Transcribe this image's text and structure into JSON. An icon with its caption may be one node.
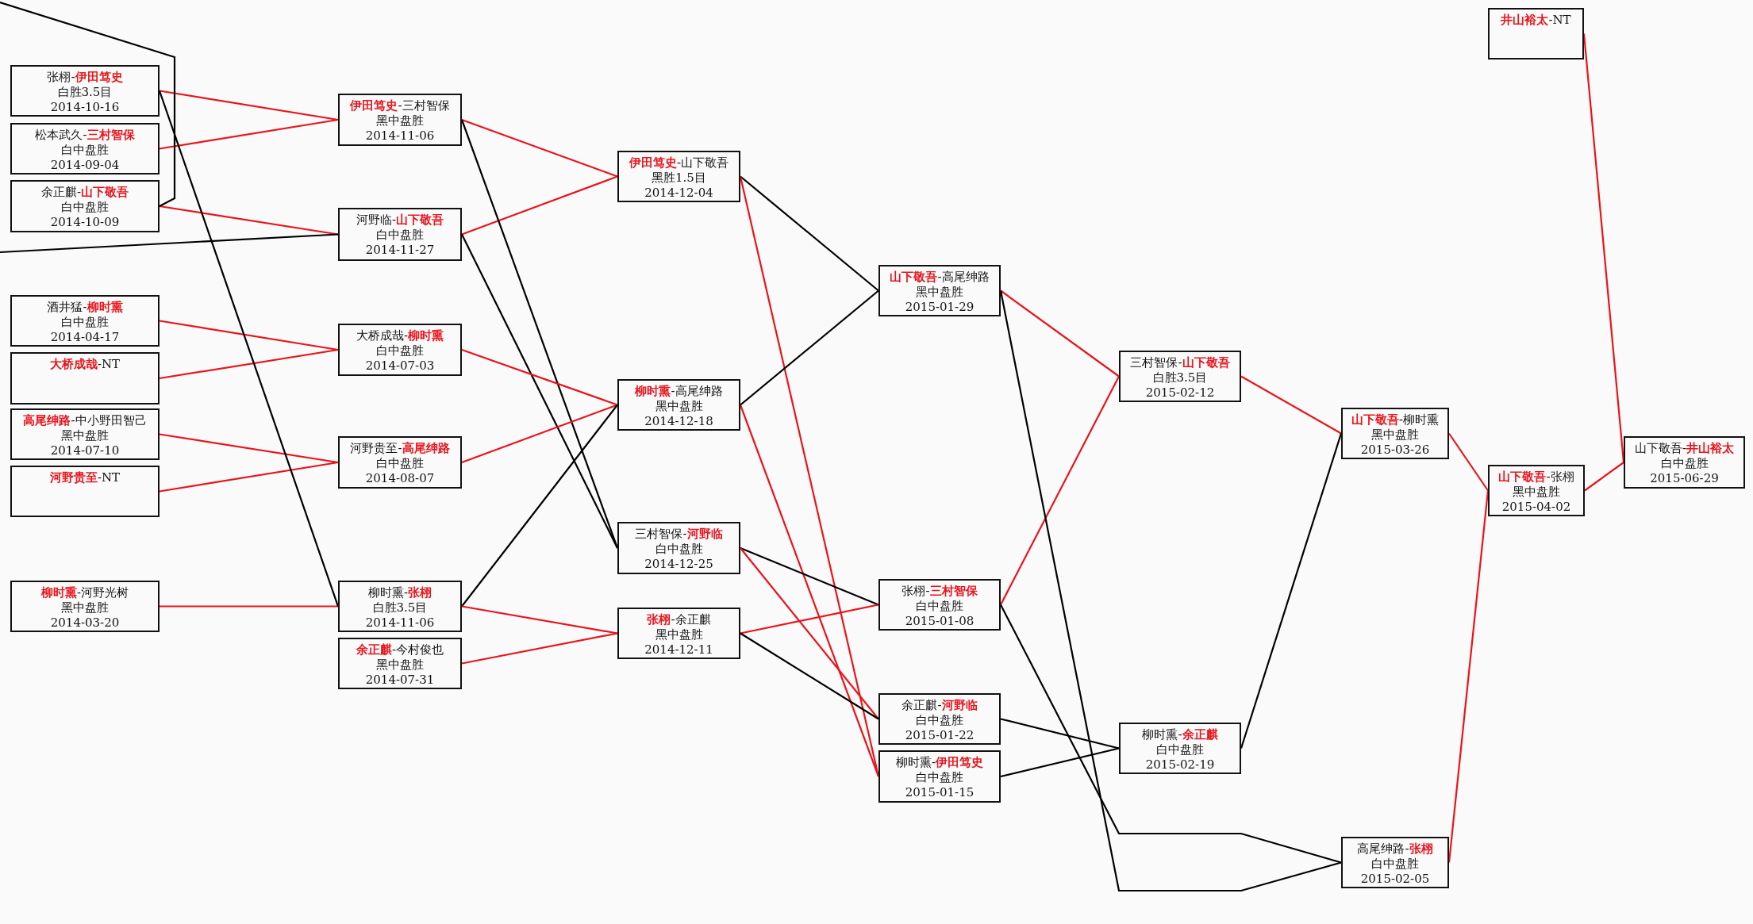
{
  "diagram": {
    "nodes": [
      {
        "text": [
          "张栩-**伊田笃史**",
          "白胜3.5目",
          "2014-10-16"
        ]
      },
      {
        "text": [
          "松本武久-**三村智保**",
          "白中盘胜",
          "2014-09-04"
        ]
      },
      {
        "text": [
          "余正麒-**山下敬吾**",
          "白中盘胜",
          "2014-10-09"
        ]
      },
      {
        "text": [
          "酒井猛-**柳时熏**",
          "白中盘胜",
          "2014-04-17"
        ]
      },
      {
        "text": [
          "**大桥成哉**-NT"
        ]
      },
      {
        "text": [
          "**高尾绅路**-中小野田智己",
          "黑中盘胜",
          "2014-07-10"
        ]
      },
      {
        "text": [
          "**河野贵至**-NT"
        ]
      },
      {
        "text": [
          "**柳时熏**-河野光树",
          "黑中盘胜",
          "2014-03-20"
        ]
      },
      {
        "text": [
          "**伊田笃史**-三村智保",
          "黑中盘胜",
          "2014-11-06"
        ]
      },
      {
        "text": [
          "河野临-**山下敬吾**",
          "白中盘胜",
          "2014-11-27"
        ]
      },
      {
        "text": [
          "大桥成哉-**柳时熏**",
          "白中盘胜",
          "2014-07-03"
        ]
      },
      {
        "text": [
          "河野贵至-**高尾绅路**",
          "白中盘胜",
          "2014-08-07"
        ]
      },
      {
        "text": [
          "柳时熏-**张栩**",
          "白胜3.5目",
          "2014-11-06"
        ]
      },
      {
        "text": [
          "**余正麒**-今村俊也",
          "黑中盘胜",
          "2014-07-31"
        ]
      },
      {
        "text": [
          "**伊田笃史**-山下敬吾",
          "黑胜1.5目",
          "2014-12-04"
        ]
      },
      {
        "text": [
          "**柳时熏**-高尾绅路",
          "黑中盘胜",
          "2014-12-18"
        ]
      },
      {
        "text": [
          "三村智保-**河野临**",
          "白中盘胜",
          "2014-12-25"
        ]
      },
      {
        "text": [
          "**张栩**-余正麒",
          "黑中盘胜",
          "2014-12-11"
        ]
      },
      {
        "text": [
          "**山下敬吾**-高尾绅路",
          "黑中盘胜",
          "2015-01-29"
        ]
      },
      {
        "text": [
          "张栩-**三村智保**",
          "白中盘胜",
          "2015-01-08"
        ]
      },
      {
        "text": [
          "余正麒-**河野临**",
          "白中盘胜",
          "2015-01-22"
        ]
      },
      {
        "text": [
          "柳时熏-**伊田笃史**",
          "白中盘胜",
          "2015-01-15"
        ]
      },
      {
        "text": [
          "三村智保-**山下敬吾**",
          "白胜3.5目",
          "2015-02-12"
        ]
      },
      {
        "text": [
          "柳时熏-**余正麒**",
          "白中盘胜",
          "2015-02-19"
        ]
      },
      {
        "text": [
          "**山下敬吾**-柳时熏",
          "黑中盘胜",
          "2015-03-26"
        ]
      },
      {
        "text": [
          "高尾绅路-**张栩**",
          "白中盘胜",
          "2015-02-05"
        ]
      },
      {
        "text": [
          "**井山裕太**-NT"
        ]
      },
      {
        "text": [
          "**山下敬吾**-张栩",
          "黑中盘胜",
          "2015-04-02"
        ]
      },
      {
        "text": [
          "山下敬吾-**井山裕太**",
          "白中盘胜",
          "2015-06-29"
        ]
      }
    ],
    "edges": [
      {
        "from": 0,
        "to": 8,
        "arrow": "none"
      },
      {
        "from": 1,
        "to": 8,
        "arrow": "none"
      },
      {
        "from": 2,
        "to": 9,
        "arrow": "none"
      },
      {
        "from": 3,
        "to": 10,
        "arrow": "none"
      },
      {
        "from": 4,
        "to": 10,
        "arrow": "none"
      },
      {
        "from": 5,
        "to": 11,
        "arrow": "none"
      },
      {
        "from": 6,
        "to": 11,
        "arrow": "none"
      },
      {
        "from": 7,
        "to": 12,
        "arrow": "none"
      },
      {
        "from": 2,
        "to": null,
        "arrow": "none",
        "color": "#000000"
      },
      {
        "from": null,
        "to": 9,
        "arrow": "none",
        "color": "#000000"
      },
      {
        "from": 0,
        "to": 12,
        "arrow": "none",
        "color": "#000000"
      },
      {
        "from": 8,
        "to": 14,
        "arrow": "none"
      },
      {
        "from": 9,
        "to": 14,
        "arrow": "none"
      },
      {
        "from": 8,
        "to": 16,
        "arrow": "none",
        "color": "#000000"
      },
      {
        "from": 9,
        "to": 16,
        "arrow": "none",
        "color": "#000000"
      },
      {
        "from": 10,
        "to": 15,
        "arrow": "none"
      },
      {
        "from": 11,
        "to": 15,
        "arrow": "none"
      },
      {
        "from": 12,
        "to": 15,
        "arrow": "none",
        "color": "#000000"
      },
      {
        "from": 12,
        "to": 17,
        "arrow": "none"
      },
      {
        "from": 13,
        "to": 17,
        "arrow": "none"
      },
      {
        "from": 14,
        "to": 18,
        "arrow": "none",
        "color": "#000000"
      },
      {
        "from": 14,
        "to": 21,
        "arrow": "none"
      },
      {
        "from": 15,
        "to": 18,
        "arrow": "none",
        "color": "#000000"
      },
      {
        "from": 15,
        "to": 21,
        "arrow": "none"
      },
      {
        "from": 16,
        "to": 19,
        "arrow": "none",
        "color": "#000000"
      },
      {
        "from": 16,
        "to": 20,
        "arrow": "none"
      },
      {
        "from": 17,
        "to": 19,
        "arrow": "none"
      },
      {
        "from": 17,
        "to": 20,
        "arrow": "none",
        "color": "#000000"
      },
      {
        "from": 18,
        "to": 22,
        "arrow": "none"
      },
      {
        "from": 19,
        "to": 22,
        "arrow": "none"
      },
      {
        "from": 18,
        "to": 25,
        "arrow": "none",
        "color": "#000000"
      },
      {
        "from": 19,
        "to": 25,
        "arrow": "none",
        "color": "#000000"
      },
      {
        "from": 20,
        "to": 23,
        "arrow": "none",
        "color": "#000000"
      },
      {
        "from": 21,
        "to": 23,
        "arrow": "none",
        "color": "#000000"
      },
      {
        "from": 22,
        "to": 24,
        "arrow": "none"
      },
      {
        "from": 23,
        "to": 24,
        "arrow": "none",
        "color": "#000000"
      },
      {
        "from": 24,
        "to": 27,
        "arrow": "none"
      },
      {
        "from": 25,
        "to": 27,
        "arrow": "none"
      },
      {
        "from": 27,
        "to": 28,
        "arrow": "none"
      },
      {
        "from": 26,
        "to": 28,
        "arrow": "none"
      }
    ]
  }
}
